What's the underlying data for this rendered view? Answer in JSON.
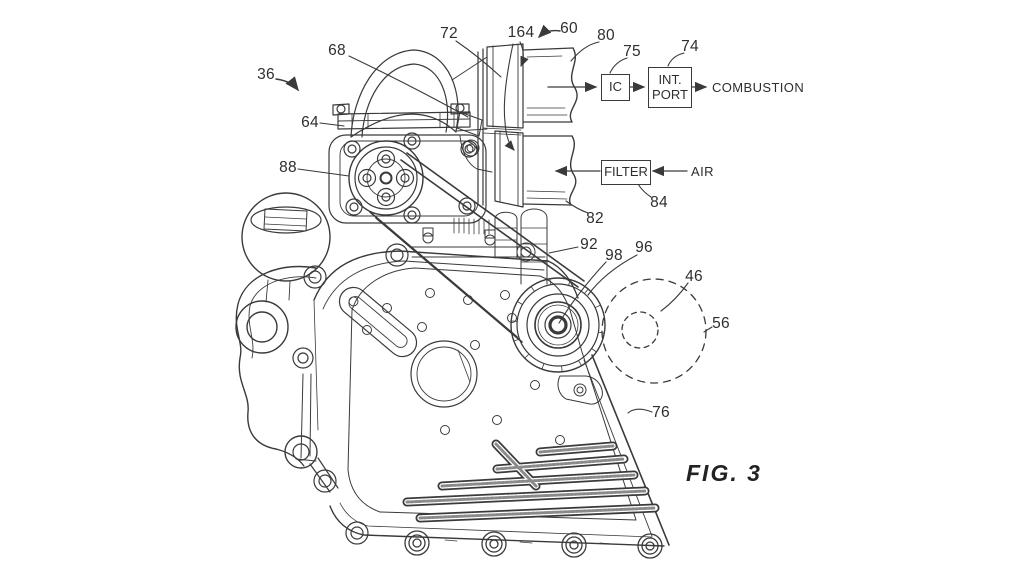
{
  "figure": {
    "caption": "FIG. 3"
  },
  "reference_labels": {
    "l36": "36",
    "l68": "68",
    "l72": "72",
    "l164": "164",
    "l60": "60",
    "l80": "80",
    "l75": "75",
    "l74": "74",
    "l64": "64",
    "l88": "88",
    "l82": "82",
    "l84": "84",
    "l92": "92",
    "l98": "98",
    "l96": "96",
    "l46": "46",
    "l56": "56",
    "l76": "76"
  },
  "flow_diagram": {
    "ic_box": "IC",
    "int_port_line1": "INT.",
    "int_port_line2": "PORT",
    "filter_box": "FILTER",
    "combustion_label": "COMBUSTION",
    "air_label": "AIR"
  },
  "colors": {
    "line": "#3a3a3a",
    "text": "#2e2e2e",
    "background": "#ffffff"
  }
}
